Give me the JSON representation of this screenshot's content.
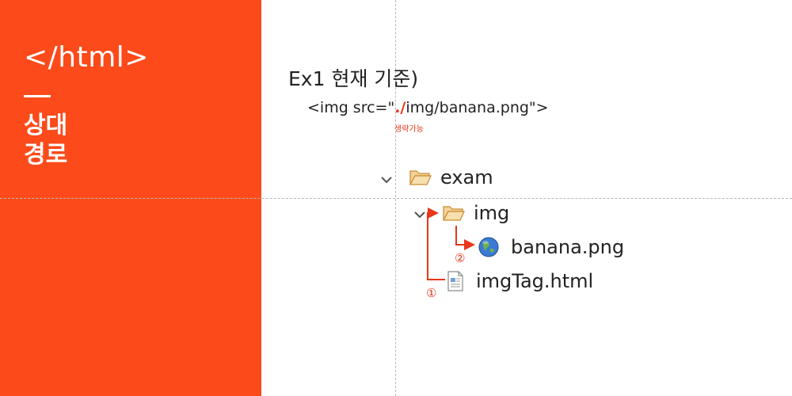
{
  "sidebar": {
    "title": "</html>",
    "subtitle_lines": [
      "상대",
      "경로"
    ]
  },
  "example": {
    "heading": "Ex1  현재 기준)",
    "code_before": "<img src=\"",
    "code_accent": "./",
    "code_after": "img/banana.png\">",
    "omit_note": "생략가능"
  },
  "tree": {
    "root": "exam",
    "folder": "img",
    "image_file": "banana.png",
    "html_file": "imgTag.html"
  },
  "markers": [
    "①",
    "②"
  ],
  "colors": {
    "brand": "#fc4a1a",
    "accent": "#e8371a",
    "folder": "#e9b36b"
  },
  "icons": [
    "chevron-down-icon",
    "folder-open-icon",
    "globe-image-icon",
    "html-file-icon"
  ]
}
